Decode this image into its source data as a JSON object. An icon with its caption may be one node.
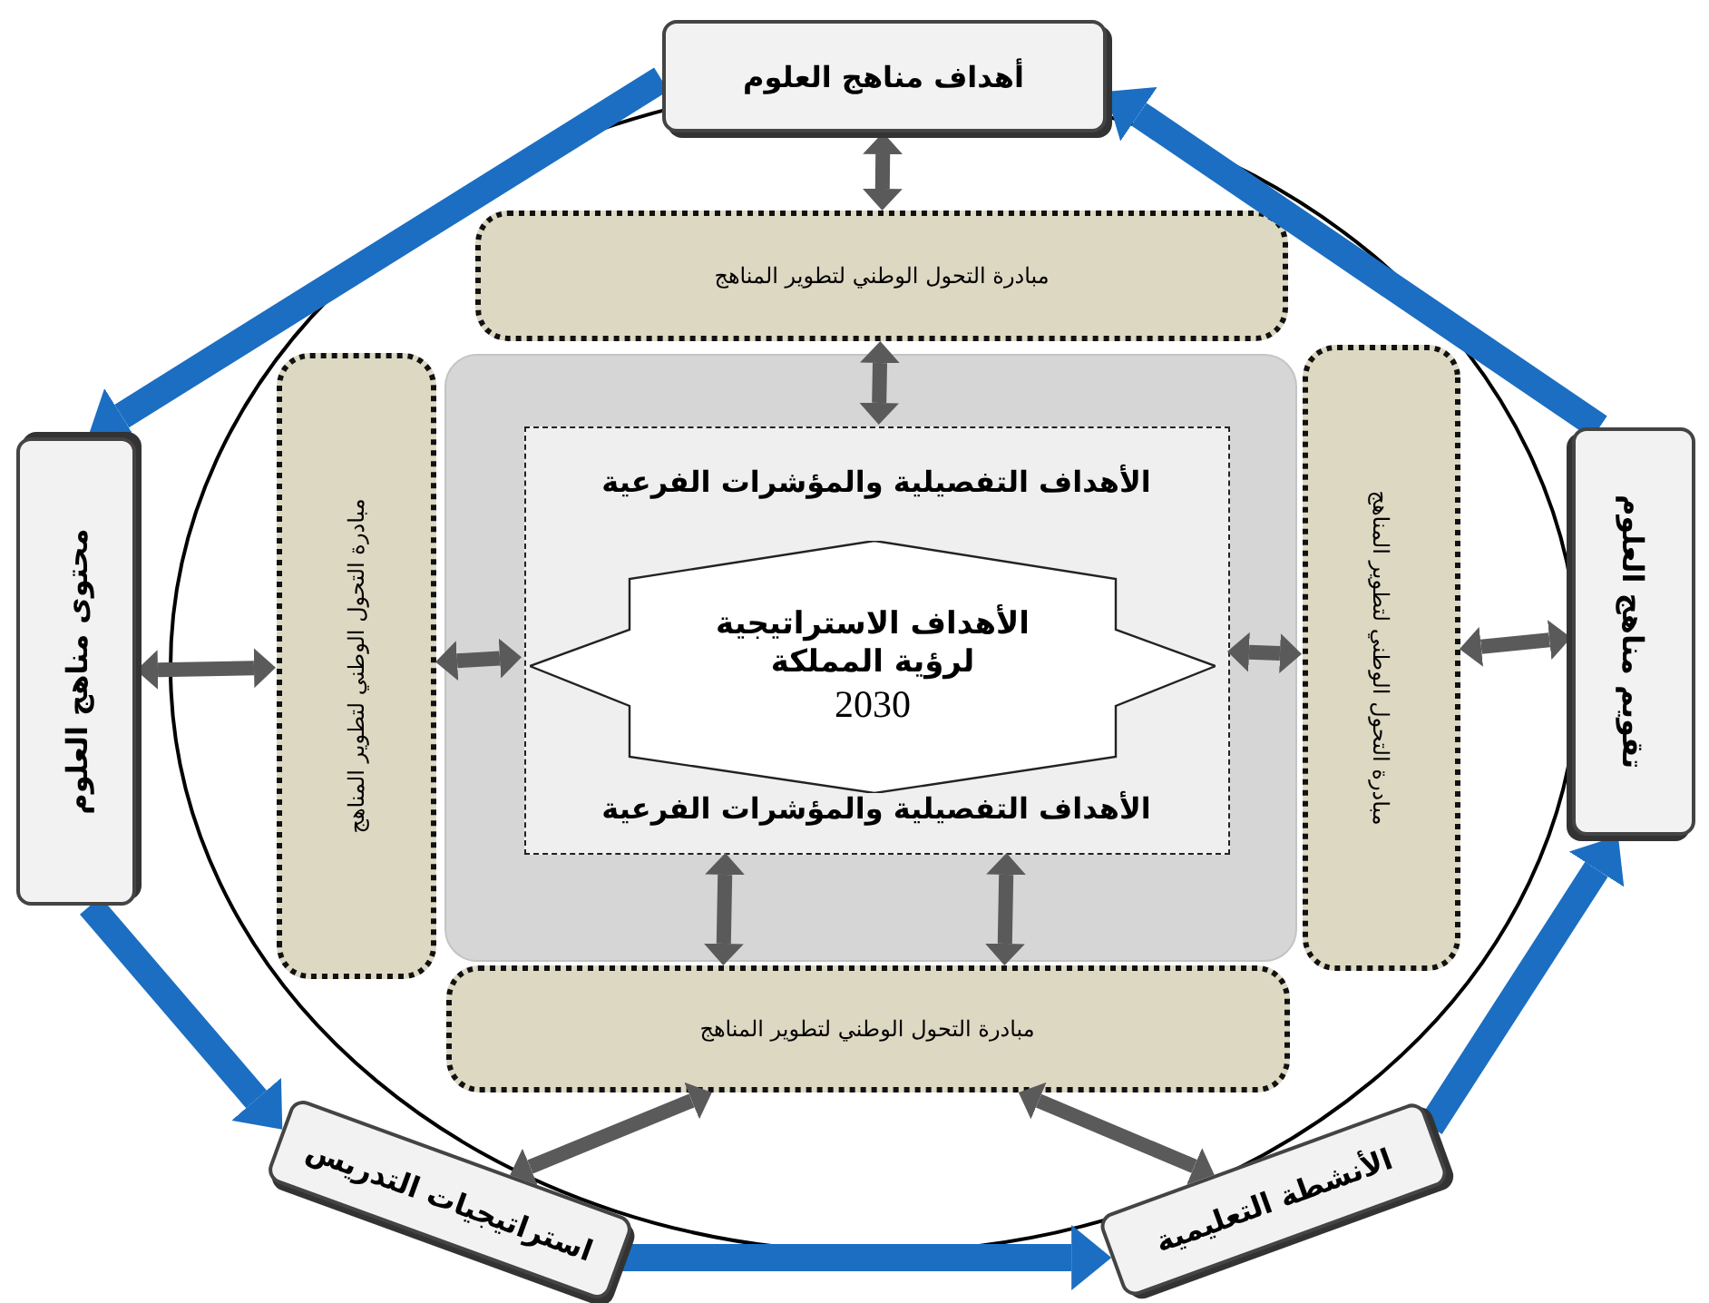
{
  "diagram": {
    "nodes": [
      {
        "text": [
          "أهداف مناهج العلوم"
        ]
      },
      {
        "text": [
          "محتوى مناهج العلوم"
        ]
      },
      {
        "text": [
          "تقويم مناهج العلوم"
        ]
      },
      {
        "text": [
          "استراتيجيات التدريس"
        ]
      },
      {
        "text": [
          "الأنشطة التعليمية"
        ]
      },
      {
        "text": [
          "مبادرة التحول الوطني لتطوير المناهج"
        ]
      },
      {
        "text": [
          "مبادرة التحول الوطني لتطوير المناهج"
        ]
      },
      {
        "text": [
          "مبادرة التحول الوطني لتطوير المناهج"
        ]
      },
      {
        "text": [
          "مبادرة التحول الوطني لتطوير المناهج"
        ]
      },
      {
        "text": [],
        "shape": "box"
      },
      {
        "text": [
          "الأهداف التفصيلية والمؤشرات الفرعية",
          "الأهداف التفصيلية والمؤشرات الفرعية"
        ],
        "in": 9
      },
      {
        "text": [
          "الأهداف الاستراتيجية لرؤية المملكة",
          "2030"
        ],
        "in": 10
      }
    ],
    "edges": [
      {
        "from": 0,
        "to": 5,
        "arrow": "both"
      },
      {
        "from": 1,
        "to": 6,
        "arrow": "both"
      },
      {
        "from": 6,
        "to": 10,
        "arrow": "both"
      },
      {
        "from": 10,
        "to": 7,
        "arrow": "both"
      },
      {
        "from": 7,
        "to": 2,
        "arrow": "both"
      },
      {
        "from": 5,
        "to": 10,
        "arrow": "both"
      },
      {
        "from": 10,
        "to": 8,
        "arrow": "both"
      },
      {
        "from": 10,
        "to": 8,
        "arrow": "both"
      },
      {
        "from": 3,
        "to": 8,
        "arrow": "both"
      },
      {
        "from": 4,
        "to": 8,
        "arrow": "both"
      },
      {
        "from": 0,
        "to": 1,
        "arrow": "to",
        "style": "thick",
        "color": "#1b6ec2"
      },
      {
        "from": 1,
        "to": 3,
        "arrow": "to",
        "style": "thick",
        "color": "#1b6ec2"
      },
      {
        "from": 3,
        "to": 4,
        "arrow": "to",
        "style": "thick",
        "color": "#1b6ec2"
      },
      {
        "from": 4,
        "to": 2,
        "arrow": "to",
        "style": "thick",
        "color": "#1b6ec2"
      },
      {
        "from": 2,
        "to": 0,
        "arrow": "to",
        "style": "thick",
        "color": "#1b6ec2"
      }
    ]
  }
}
